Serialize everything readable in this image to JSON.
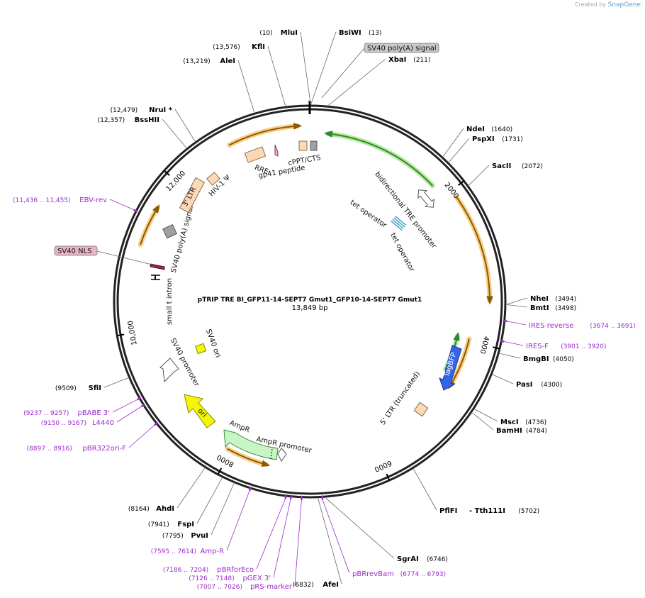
{
  "credit": {
    "prefix": "Created by",
    "brand": "SnapGene"
  },
  "map": {
    "name": "pTRIP TRE BI_GFP11-14-SEPT7 Gmut1_GFP10-14-SEPT7 Gmut1",
    "length_label": "13,849 bp",
    "length": 13849
  },
  "ticks": [
    {
      "pos": 2000,
      "label": "2000"
    },
    {
      "pos": 4000,
      "label": "4000"
    },
    {
      "pos": 6000,
      "label": "6000"
    },
    {
      "pos": 8000,
      "label": "8000"
    },
    {
      "pos": 10000,
      "label": "10,000"
    },
    {
      "pos": 12000,
      "label": "12,000"
    }
  ],
  "sites": [
    {
      "id": "mlui",
      "name": "MluI",
      "pos_label": "(10)",
      "pos": 10,
      "side": "left"
    },
    {
      "id": "bsiwi",
      "name": "BsiWI",
      "pos_label": "(13)",
      "pos": 13,
      "side": "right"
    },
    {
      "id": "xbai",
      "name": "XbaI",
      "pos_label": "(211)",
      "pos": 211,
      "side": "right"
    },
    {
      "id": "ndei",
      "name": "NdeI",
      "pos_label": "(1640)",
      "pos": 1640,
      "side": "right"
    },
    {
      "id": "pspxi",
      "name": "PspXI",
      "pos_label": "(1731)",
      "pos": 1731,
      "side": "right"
    },
    {
      "id": "sacii",
      "name": "SacII",
      "pos_label": "(2072)",
      "pos": 2072,
      "side": "right"
    },
    {
      "id": "nhei",
      "name": "NheI",
      "pos_label": "(3494)",
      "pos": 3494,
      "side": "right"
    },
    {
      "id": "bmti",
      "name": "BmtI",
      "pos_label": "(3498)",
      "pos": 3498,
      "side": "right"
    },
    {
      "id": "bmgbi",
      "name": "BmgBI",
      "pos_label": "(4050)",
      "pos": 4050,
      "side": "right"
    },
    {
      "id": "pasi",
      "name": "PasI",
      "pos_label": "(4300)",
      "pos": 4300,
      "side": "right"
    },
    {
      "id": "msci",
      "name": "MscI",
      "pos_label": "(4736)",
      "pos": 4736,
      "side": "right"
    },
    {
      "id": "bamhi",
      "name": "BamHI",
      "pos_label": "(4784)",
      "pos": 4784,
      "side": "right"
    },
    {
      "id": "pflfi",
      "name": "PflFI",
      "name2": "- Tth111I",
      "pos_label": "(5702)",
      "pos": 5702,
      "side": "right"
    },
    {
      "id": "sgrai",
      "name": "SgrAI",
      "pos_label": "(6746)",
      "pos": 6746,
      "side": "right"
    },
    {
      "id": "afei",
      "name": "AfeI",
      "pos_label": "(6832)",
      "pos": 6832,
      "side": "left"
    },
    {
      "id": "pvui",
      "name": "PvuI",
      "pos_label": "(7795)",
      "pos": 7795,
      "side": "left"
    },
    {
      "id": "fspi",
      "name": "FspI",
      "pos_label": "(7941)",
      "pos": 7941,
      "side": "left"
    },
    {
      "id": "ahdi",
      "name": "AhdI",
      "pos_label": "(8164)",
      "pos": 8164,
      "side": "left"
    },
    {
      "id": "sfii",
      "name": "SfiI",
      "pos_label": "(9509)",
      "pos": 9509,
      "side": "left"
    },
    {
      "id": "bsshii",
      "name": "BssHII",
      "pos_label": "(12,357)",
      "pos": 12357,
      "side": "left"
    },
    {
      "id": "nrui",
      "name": "NruI *",
      "pos_label": "(12,479)",
      "pos": 12479,
      "side": "left"
    },
    {
      "id": "alei",
      "name": "AleI",
      "pos_label": "(13,219)",
      "pos": 13219,
      "side": "left"
    },
    {
      "id": "kfli",
      "name": "KflI",
      "pos_label": "(13,576)",
      "pos": 13576,
      "side": "left"
    }
  ],
  "primers": [
    {
      "id": "ires-rev",
      "name": "IRES reverse",
      "range": "(3674 .. 3691)",
      "pos": 3682,
      "side": "right"
    },
    {
      "id": "ires-f",
      "name": "IRES-F",
      "range": "(3901 .. 3920)",
      "pos": 3910,
      "side": "right"
    },
    {
      "id": "pbrrevbam",
      "name": "pBRrevBam",
      "range": "(6774 .. 6793)",
      "pos": 6783,
      "side": "right"
    },
    {
      "id": "prs-marker",
      "name": "pRS-marker",
      "range": "(7007 .. 7026)",
      "pos": 7016,
      "side": "left"
    },
    {
      "id": "pgex3",
      "name": "pGEX 3'",
      "range": "(7126 .. 7148)",
      "pos": 7137,
      "side": "left"
    },
    {
      "id": "pbrforeco",
      "name": "pBRforEco",
      "range": "(7186 .. 7204)",
      "pos": 7195,
      "side": "left"
    },
    {
      "id": "amp-r",
      "name": "Amp-R",
      "range": "(7595 .. 7614)",
      "pos": 7604,
      "side": "left"
    },
    {
      "id": "pbr322ori-f",
      "name": "pBR322ori-F",
      "range": "(8897 .. 8916)",
      "pos": 8906,
      "side": "left"
    },
    {
      "id": "l4440",
      "name": "L4440",
      "range": "(9150 .. 9167)",
      "pos": 9158,
      "side": "left"
    },
    {
      "id": "pbabe3",
      "name": "pBABE 3'",
      "range": "(9237 .. 9257)",
      "pos": 9247,
      "side": "left"
    },
    {
      "id": "ebv-rev",
      "name": "EBV-rev",
      "range": "(11,436 .. 11,455)",
      "pos": 11445,
      "side": "left"
    }
  ],
  "boxed_labels": [
    {
      "id": "sv40-polya-top",
      "text": "SV40 poly(A) signal",
      "fill": "#c8c8c8",
      "pos": 120
    },
    {
      "id": "sv40-nls",
      "text": "SV40 NLS",
      "fill": "#e8b4c8",
      "pos": 11000
    }
  ],
  "features": [
    {
      "id": "bidirectional-tre",
      "label": "bidirectional TRE promoter"
    },
    {
      "id": "tet-operator-1",
      "label": "tet operator"
    },
    {
      "id": "tet-operator-2",
      "label": "tet operator"
    },
    {
      "id": "tagbfp",
      "label": "TagBFP"
    },
    {
      "id": "ltr5",
      "label": "5' LTR (truncated)"
    },
    {
      "id": "ampr-promoter",
      "label": "AmpR promoter"
    },
    {
      "id": "ampr",
      "label": "AmpR"
    },
    {
      "id": "ori",
      "label": "ori"
    },
    {
      "id": "sv40-promoter",
      "label": "SV40 promoter"
    },
    {
      "id": "sv40-ori",
      "label": "SV40 ori"
    },
    {
      "id": "small-t-intron",
      "label": "small t intron"
    },
    {
      "id": "sv40-polya",
      "label": "SV40 poly(A) signal"
    },
    {
      "id": "ltr3",
      "label": "3' LTR"
    },
    {
      "id": "hiv1-psi",
      "label": "HIV-1 Ψ"
    },
    {
      "id": "rre",
      "label": "RRE"
    },
    {
      "id": "gp41",
      "label": "gp41 peptide"
    },
    {
      "id": "cppt",
      "label": "cPPT/CTS"
    }
  ],
  "colors": {
    "backbone": "#222222",
    "orf_orange": "#f5b041",
    "orf_green": "#7ec850",
    "primer": "#9b2bc9",
    "tagbfp": "#3366e6",
    "ori": "#f5f50a",
    "ampr": "#c8f5c8",
    "ltr": "#fcd9b6",
    "gray": "#a0a0a0"
  }
}
